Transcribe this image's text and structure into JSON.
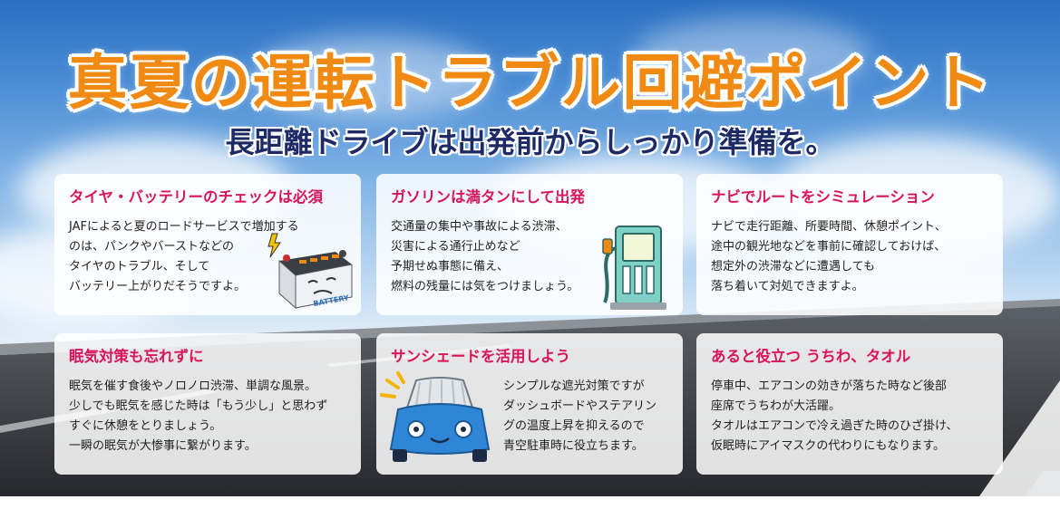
{
  "header": {
    "title": "真夏の運転トラブル回避ポイント",
    "subtitle": "長距離ドライブは出発前からしっかり準備を。"
  },
  "cards": [
    {
      "title": "タイヤ・バッテリーのチェックは必須",
      "body": "JAFによると夏のロードサービスで増加する\nのは、パンクやバーストなどの\nタイヤのトラブル、そして\nバッテリー上がりだそうですよ。",
      "icon": "battery-icon",
      "icon_text": "BATTERY"
    },
    {
      "title": "ガソリンは満タンにして出発",
      "body": "交通量の集中や事故による渋滞、\n災害による通行止めなど\n予期せぬ事態に備え、\n燃料の残量には気をつけましょう。",
      "icon": "fuel-pump-icon"
    },
    {
      "title": "ナビでルートをシミュレーション",
      "body": "ナビで走行距離、所要時間、休憩ポイント、\n途中の観光地などを事前に確認しておけば、\n想定外の渋滞などに遭遇しても\n落ち着いて対処できますよ。"
    },
    {
      "title": "眠気対策も忘れずに",
      "body": "眠気を催す食後やノロノロ渋滞、単調な風景。\n少しでも眠気を感じた時は「もう少し」と思わず\nすぐに休憩をとりましょう。\n一瞬の眠気が大惨事に繋がります。"
    },
    {
      "title": "サンシェードを活用しよう",
      "body": "シンプルな遮光対策ですが\nダッシュボードやステアリン\nグの温度上昇を抑えるので\n青空駐車時に役立ちます。",
      "icon": "car-sunshade-icon"
    },
    {
      "title": "あると役立つ うちわ、タオル",
      "body": "停車中、エアコンの効きが落ちた時など後部\n座席でうちわが大活躍。\nタオルはエアコンで冷え過ぎた時のひざ掛け、\n仮眠時にアイマスクの代わりにもなります。"
    }
  ],
  "colors": {
    "title_orange": "#f08a12",
    "subtitle_navy": "#1e2a66",
    "card_title_pink": "#d8145a",
    "sky_blue": "#4d8fd6",
    "road_gray": "#3a3d42"
  }
}
